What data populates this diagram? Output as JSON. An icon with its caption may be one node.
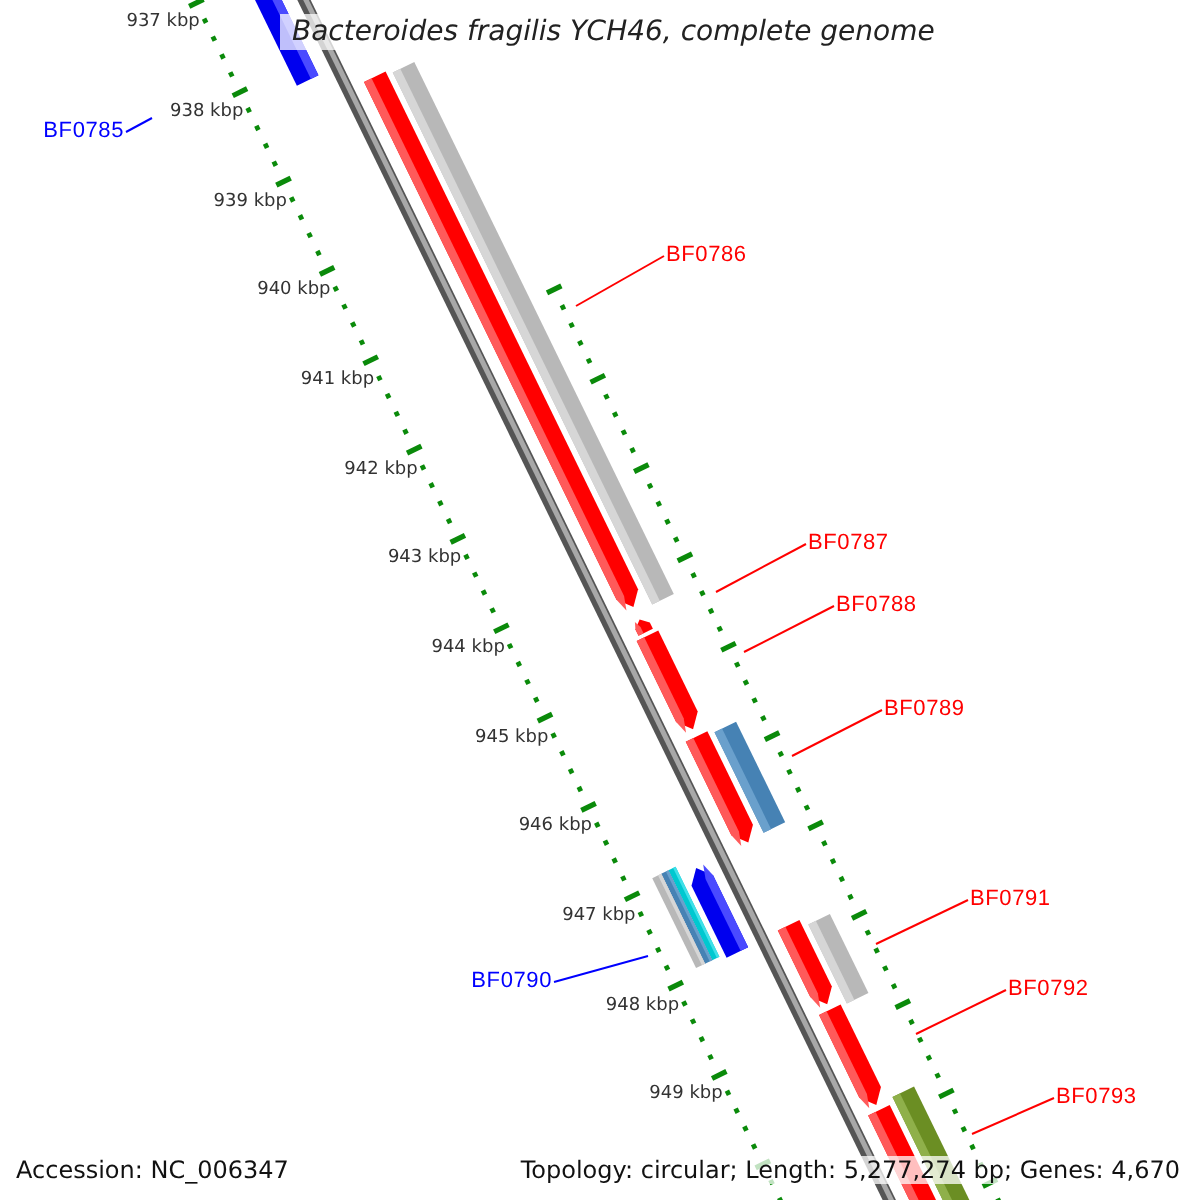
{
  "diagram": {
    "title": "Bacteroides fragilis YCH46, complete genome",
    "nodes": [
      {
        "text": [
          "BF0785"
        ]
      },
      {
        "text": [
          "BF0786"
        ]
      },
      {
        "text": [
          "BF0787"
        ]
      },
      {
        "text": [
          "BF0788"
        ]
      },
      {
        "text": [
          "BF0789"
        ]
      },
      {
        "text": [
          "BF0790"
        ]
      },
      {
        "text": [
          "BF0791"
        ]
      },
      {
        "text": [
          "BF0792"
        ]
      },
      {
        "text": [
          "BF0793"
        ]
      }
    ],
    "edges": [
      {
        "from": 0,
        "to": null,
        "arrow": "none",
        "color": "#0000ff"
      },
      {
        "from": 1,
        "to": null,
        "arrow": "none"
      },
      {
        "from": 2,
        "to": null,
        "arrow": "none"
      },
      {
        "from": 3,
        "to": null,
        "arrow": "none"
      },
      {
        "from": 4,
        "to": null,
        "arrow": "none"
      },
      {
        "from": 5,
        "to": null,
        "arrow": "none",
        "color": "#0000ff"
      },
      {
        "from": 6,
        "to": null,
        "arrow": "none"
      },
      {
        "from": 7,
        "to": null,
        "arrow": "none"
      },
      {
        "from": 8,
        "to": null,
        "arrow": "none"
      }
    ],
    "labels": [
      "937 kbp",
      "938 kbp",
      "939 kbp",
      "940 kbp",
      "941 kbp",
      "942 kbp",
      "943 kbp",
      "944 kbp",
      "945 kbp",
      "946 kbp",
      "947 kbp",
      "948 kbp",
      "949 kbp",
      "Accession: NC_006347",
      "Topology: circular; Length: 5,277,274 bp; Genes: 4,670"
    ]
  }
}
